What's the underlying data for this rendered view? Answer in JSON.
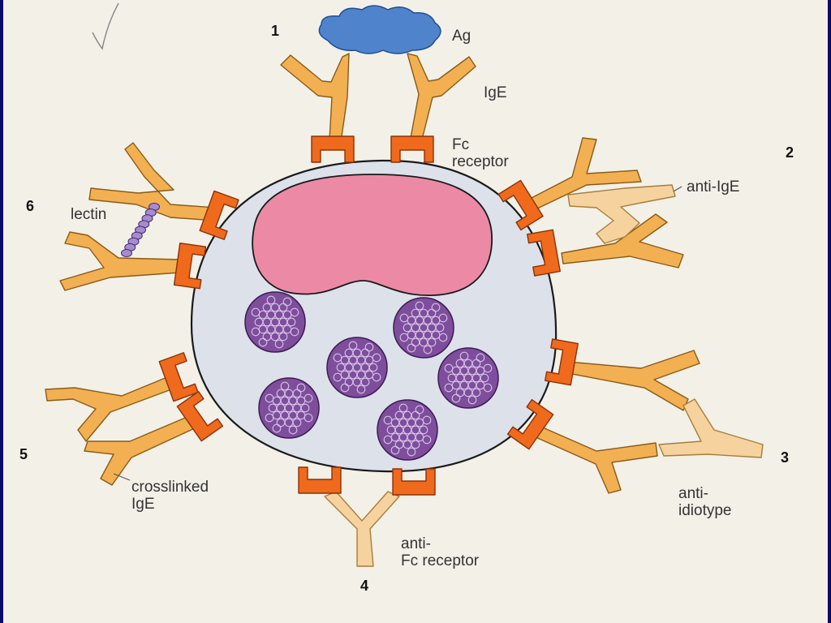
{
  "labels": {
    "ag": "Ag",
    "ige": "IgE",
    "fc_receptor": "Fc\nreceptor",
    "anti_ige": "anti-IgE",
    "anti_idiotype": "anti-\nidiotype",
    "anti_fc_receptor": "anti-\nFc receptor",
    "crosslinked_ige": "crosslinked\nIgE",
    "lectin": "lectin"
  },
  "numbers": {
    "n1": "1",
    "n2": "2",
    "n3": "3",
    "n4": "4",
    "n5": "5",
    "n6": "6"
  },
  "colors": {
    "cell_fill": "#dce1ea",
    "nucleus_fill": "#ec8aa6",
    "antigen_fill": "#4f83cc",
    "receptor_fill": "#ef6a1c",
    "antibody_fill": "#f2b053",
    "antibody_pale_fill": "#f6d29e",
    "granule_fill": "#7e4e9c",
    "lectin_fill": "#a78bd0"
  }
}
